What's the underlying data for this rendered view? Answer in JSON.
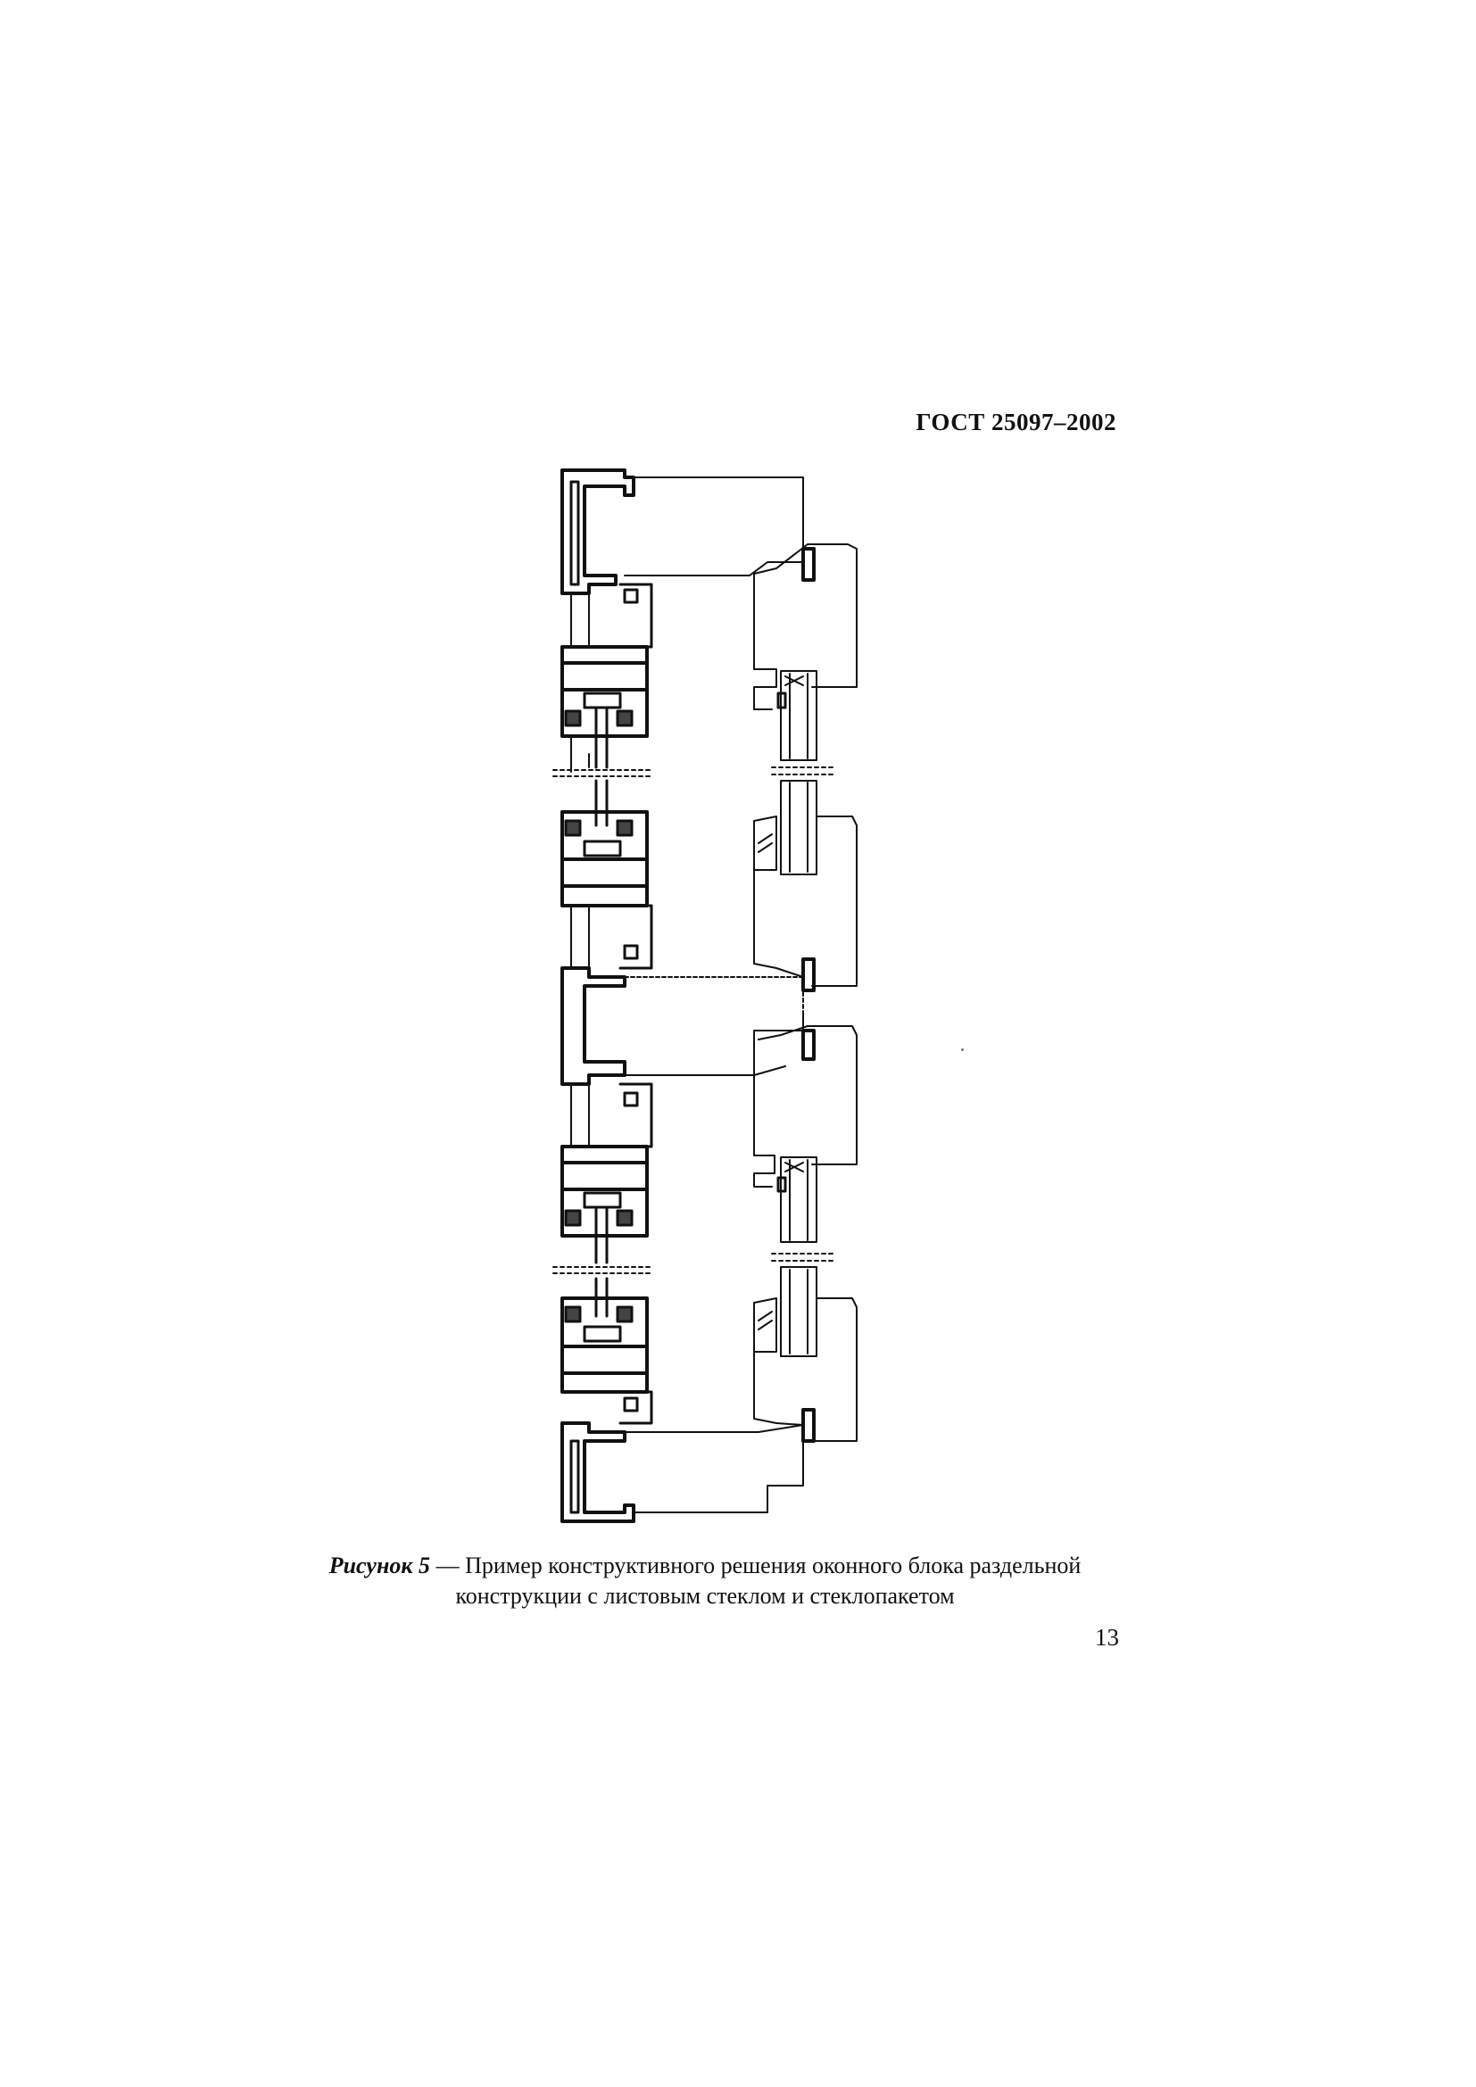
{
  "header": {
    "standard": "ГОСТ 25097–2002"
  },
  "caption": {
    "label": "Рисунок 5",
    "separator": " — ",
    "line1": "Пример конструктивного решения оконного блока раздельной",
    "line2": "конструкции с листовым стеклом и стеклопакетом"
  },
  "footer": {
    "page_number": "13"
  },
  "colors": {
    "ink": "#111111",
    "paper": "#ffffff"
  }
}
